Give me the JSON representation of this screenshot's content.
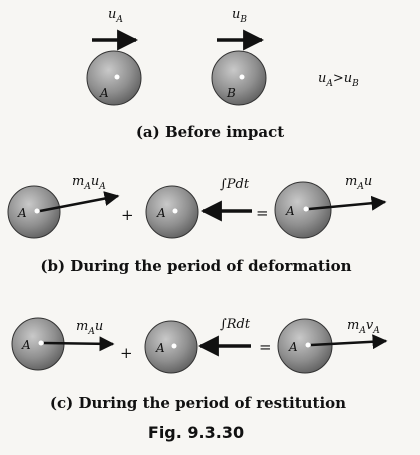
{
  "panel_a": {
    "u_a": "u",
    "u_a_sub": "A",
    "u_b": "u",
    "u_b_sub": "B",
    "ball_a": "A",
    "ball_b": "B",
    "relation_lhs": "u",
    "relation_lhs_sub": "A",
    "relation_op": ">",
    "relation_rhs": "u",
    "relation_rhs_sub": "B",
    "caption": "(a) Before impact"
  },
  "panel_b": {
    "ball_1": "A",
    "momentum_in_m": "m",
    "momentum_in_m_sub": "A",
    "momentum_in_u": "u",
    "momentum_in_u_sub": "A",
    "plus": "+",
    "impulse": "∫Pdt",
    "equals": "=",
    "ball_3": "A",
    "momentum_out_m": "m",
    "momentum_out_m_sub": "A",
    "momentum_out_u": "u",
    "caption": "(b) During the period of deformation"
  },
  "panel_c": {
    "ball_1": "A",
    "momentum_in_m": "m",
    "momentum_in_m_sub": "A",
    "momentum_in_u": "u",
    "plus": "+",
    "impulse": "∫Rdt",
    "equals": "=",
    "ball_3": "A",
    "momentum_out_m": "m",
    "momentum_out_m_sub": "A",
    "momentum_out_v": "v",
    "momentum_out_v_sub": "A",
    "caption": "(c) During the period of restitution"
  },
  "figure_label": "Fig. 9.3.30",
  "colors": {
    "ball": "#8c8c8c",
    "ink": "#111111",
    "paper": "#f7f6f3"
  }
}
